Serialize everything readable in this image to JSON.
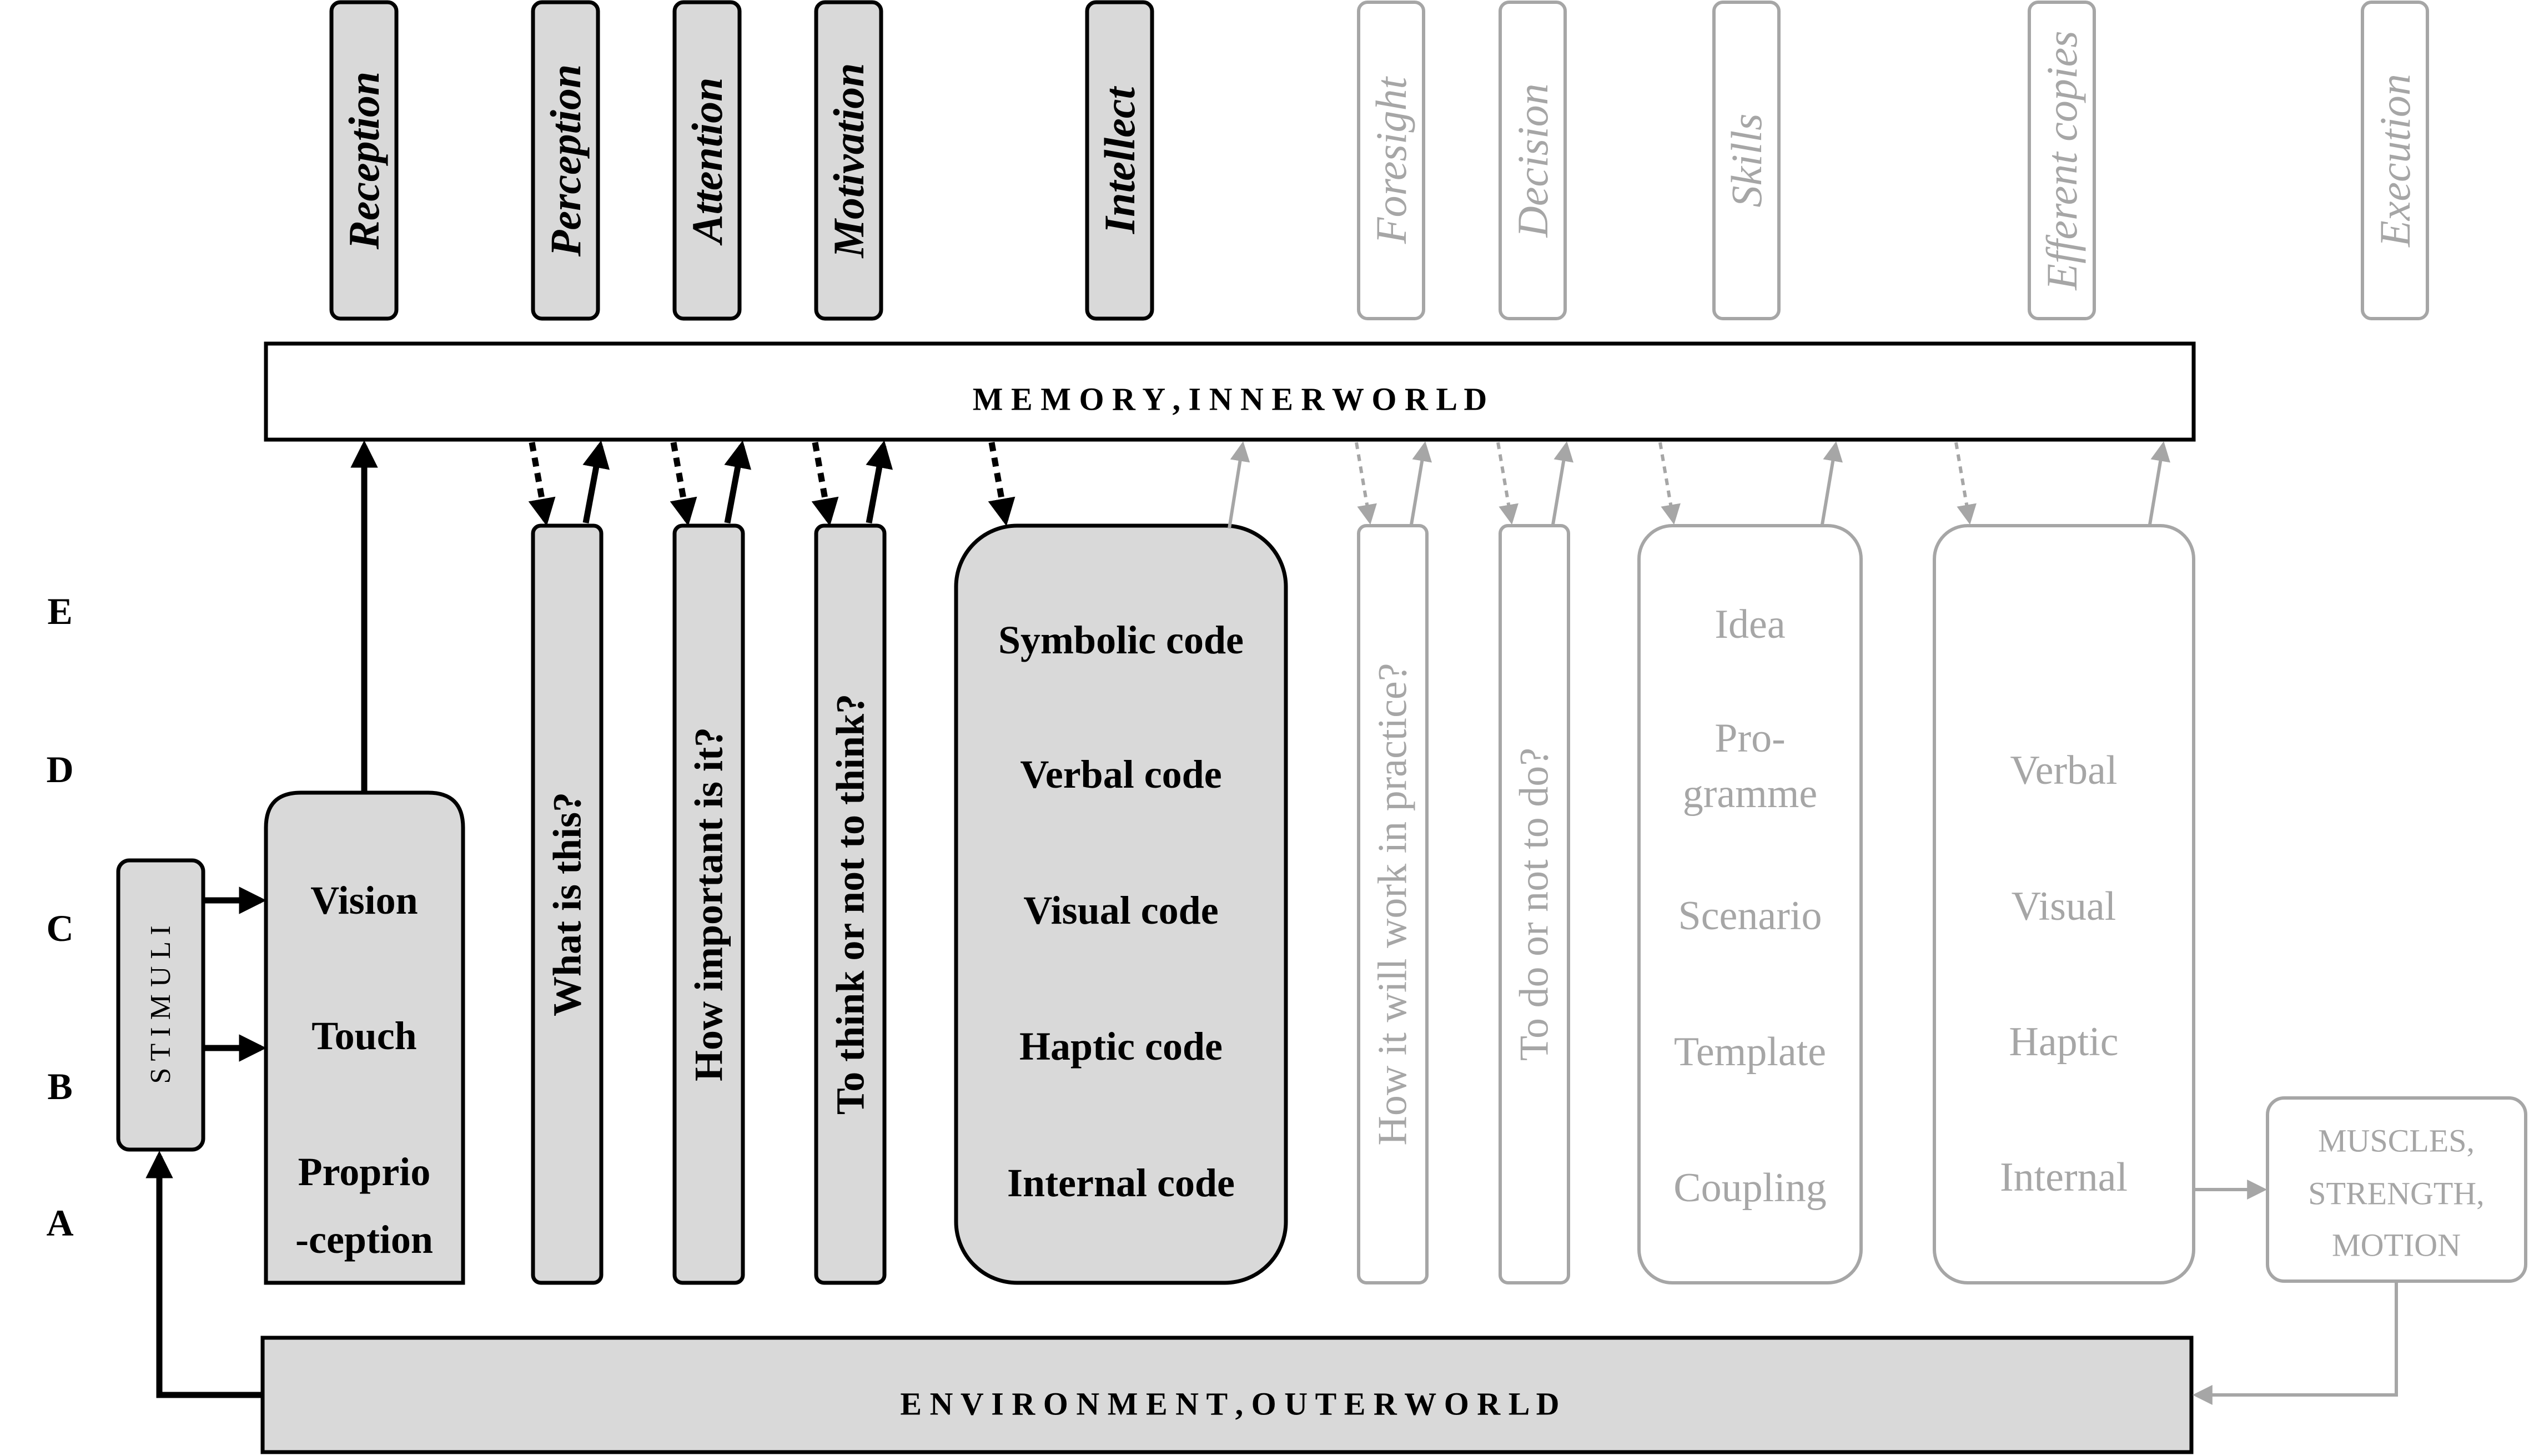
{
  "memory_band": {
    "label": "M E M O R Y , I N N E R W O R L D"
  },
  "environment_band": {
    "label": "E N V I R O N M E N T , O U T E R W O R L D"
  },
  "stimuli": {
    "label": "S T I M U L I"
  },
  "levels": [
    "E",
    "D",
    "C",
    "B",
    "A"
  ],
  "headers": {
    "reception": "Reception",
    "perception": "Perception",
    "attention": "Attention",
    "motivation": "Motivation",
    "intellect": "Intellect",
    "foresight": "Foresight",
    "decision": "Decision",
    "skills": "Skills",
    "efferent": "Efferent copies",
    "execution": "Execution"
  },
  "receptors": [
    "Vision",
    "Touch",
    "Proprio",
    "-ception"
  ],
  "questions": {
    "perception": "What is this?",
    "attention": "How important is it?",
    "motivation": "To think or not to think?",
    "foresight": "How it will work in practice?",
    "decision": "To do or not to do?"
  },
  "codes": [
    "Symbolic code",
    "Verbal code",
    "Visual code",
    "Haptic code",
    "Internal code"
  ],
  "skills": [
    "Idea",
    "Pro-",
    "gramme",
    "Scenario",
    "Template",
    "Coupling"
  ],
  "efferent": [
    "Verbal",
    "Visual",
    "Haptic",
    "Internal"
  ],
  "muscles": [
    "MUSCLES,",
    "STRENGTH,",
    "MOTION"
  ],
  "colors": {
    "active_fill": "#d9d9d9",
    "active_stroke": "#000000",
    "inactive_stroke": "#a6a6a6"
  }
}
